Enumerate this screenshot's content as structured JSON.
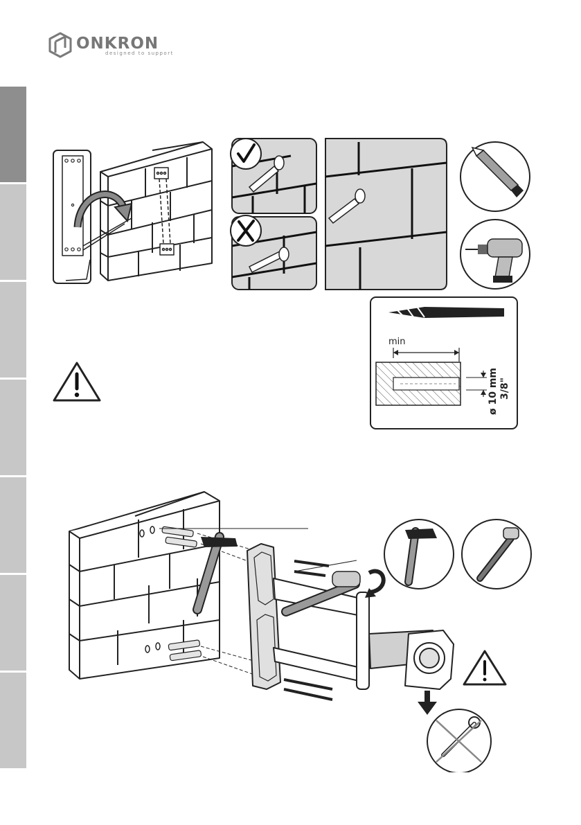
{
  "brand": {
    "name": "ONKRON",
    "tagline": "designed to support",
    "color": "#777777"
  },
  "side_tabs": {
    "count": 7,
    "active_index": 0,
    "active_color": "#8e8e8e",
    "inactive_color": "#c7c7c7"
  },
  "drill_diagram": {
    "depth_label": "min",
    "diameter_mm": "ø 10 mm",
    "diameter_in": "3/8\""
  },
  "icons": [
    "onkron-logo-icon",
    "template-flip-arrow-icon",
    "check-mark-icon",
    "cross-mark-icon",
    "pencil-icon",
    "drill-icon",
    "drill-bit-icon",
    "warning-icon",
    "hammer-icon",
    "socket-wrench-icon",
    "rotate-arrow-icon",
    "down-arrow-icon",
    "no-wrench-icon"
  ]
}
